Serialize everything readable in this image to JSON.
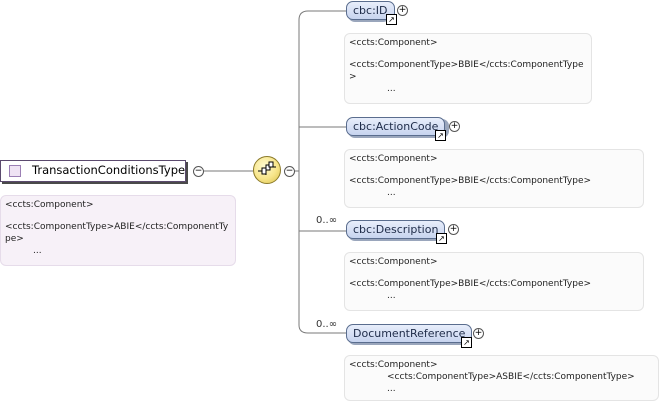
{
  "root": {
    "label": "TransactionConditionsType",
    "collapse": "−",
    "annotation": {
      "line1": "<ccts:Component>",
      "line2": "<ccts:ComponentType>ABIE</ccts:ComponentType>",
      "line3": "..."
    }
  },
  "sequence": {
    "collapse": "−"
  },
  "children": [
    {
      "label": "cbc:ID",
      "cardinality": "",
      "expand": "+",
      "annotation": {
        "line1": "<ccts:Component>",
        "line2": "<ccts:ComponentType>BBIE</ccts:ComponentType>",
        "line3": "..."
      }
    },
    {
      "label": "cbc:ActionCode",
      "cardinality": "",
      "expand": "+",
      "annotation": {
        "line1": "<ccts:Component>",
        "line2": "<ccts:ComponentType>BBIE</ccts:ComponentType>",
        "line3": "..."
      }
    },
    {
      "label": "cbc:Description",
      "cardinality": "0..∞",
      "expand": "+",
      "annotation": {
        "line1": "<ccts:Component>",
        "line2": "<ccts:ComponentType>BBIE</ccts:ComponentType>",
        "line3": "..."
      }
    },
    {
      "label": "DocumentReference",
      "cardinality": "0..∞",
      "expand": "+",
      "annotation": {
        "line1": "<ccts:Component>",
        "line2": "<ccts:ComponentType>ASBIE</ccts:ComponentType>",
        "line3": "..."
      }
    }
  ]
}
